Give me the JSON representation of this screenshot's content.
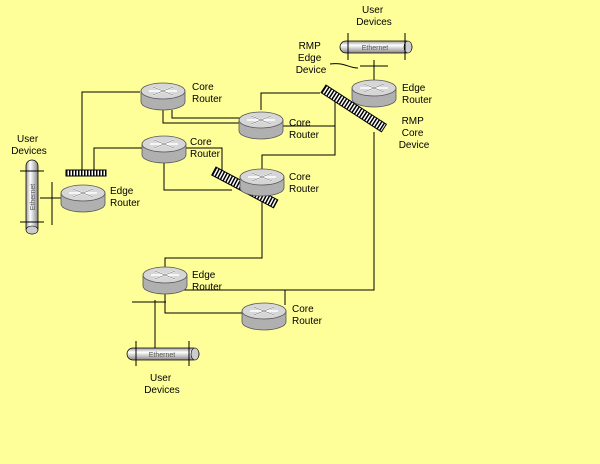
{
  "labels": {
    "core_router": [
      "Core",
      "Router"
    ],
    "edge_router": [
      "Edge",
      "Router"
    ],
    "user_devices": [
      "User",
      "Devices"
    ],
    "rmp_edge_device": [
      "RMP",
      "Edge",
      "Device"
    ],
    "rmp_core_device": [
      "RMP",
      "Core",
      "Device"
    ],
    "ethernet": "Ethernet"
  },
  "colors": {
    "background": "#ffff99",
    "router_body": "#b8b8b8",
    "router_top": "#d8d8d8",
    "line": "#000000"
  },
  "icons": {
    "router": "router-icon",
    "ethernet_bus": "ethernet-bus-icon",
    "rmp_device": "rmp-device-icon"
  }
}
